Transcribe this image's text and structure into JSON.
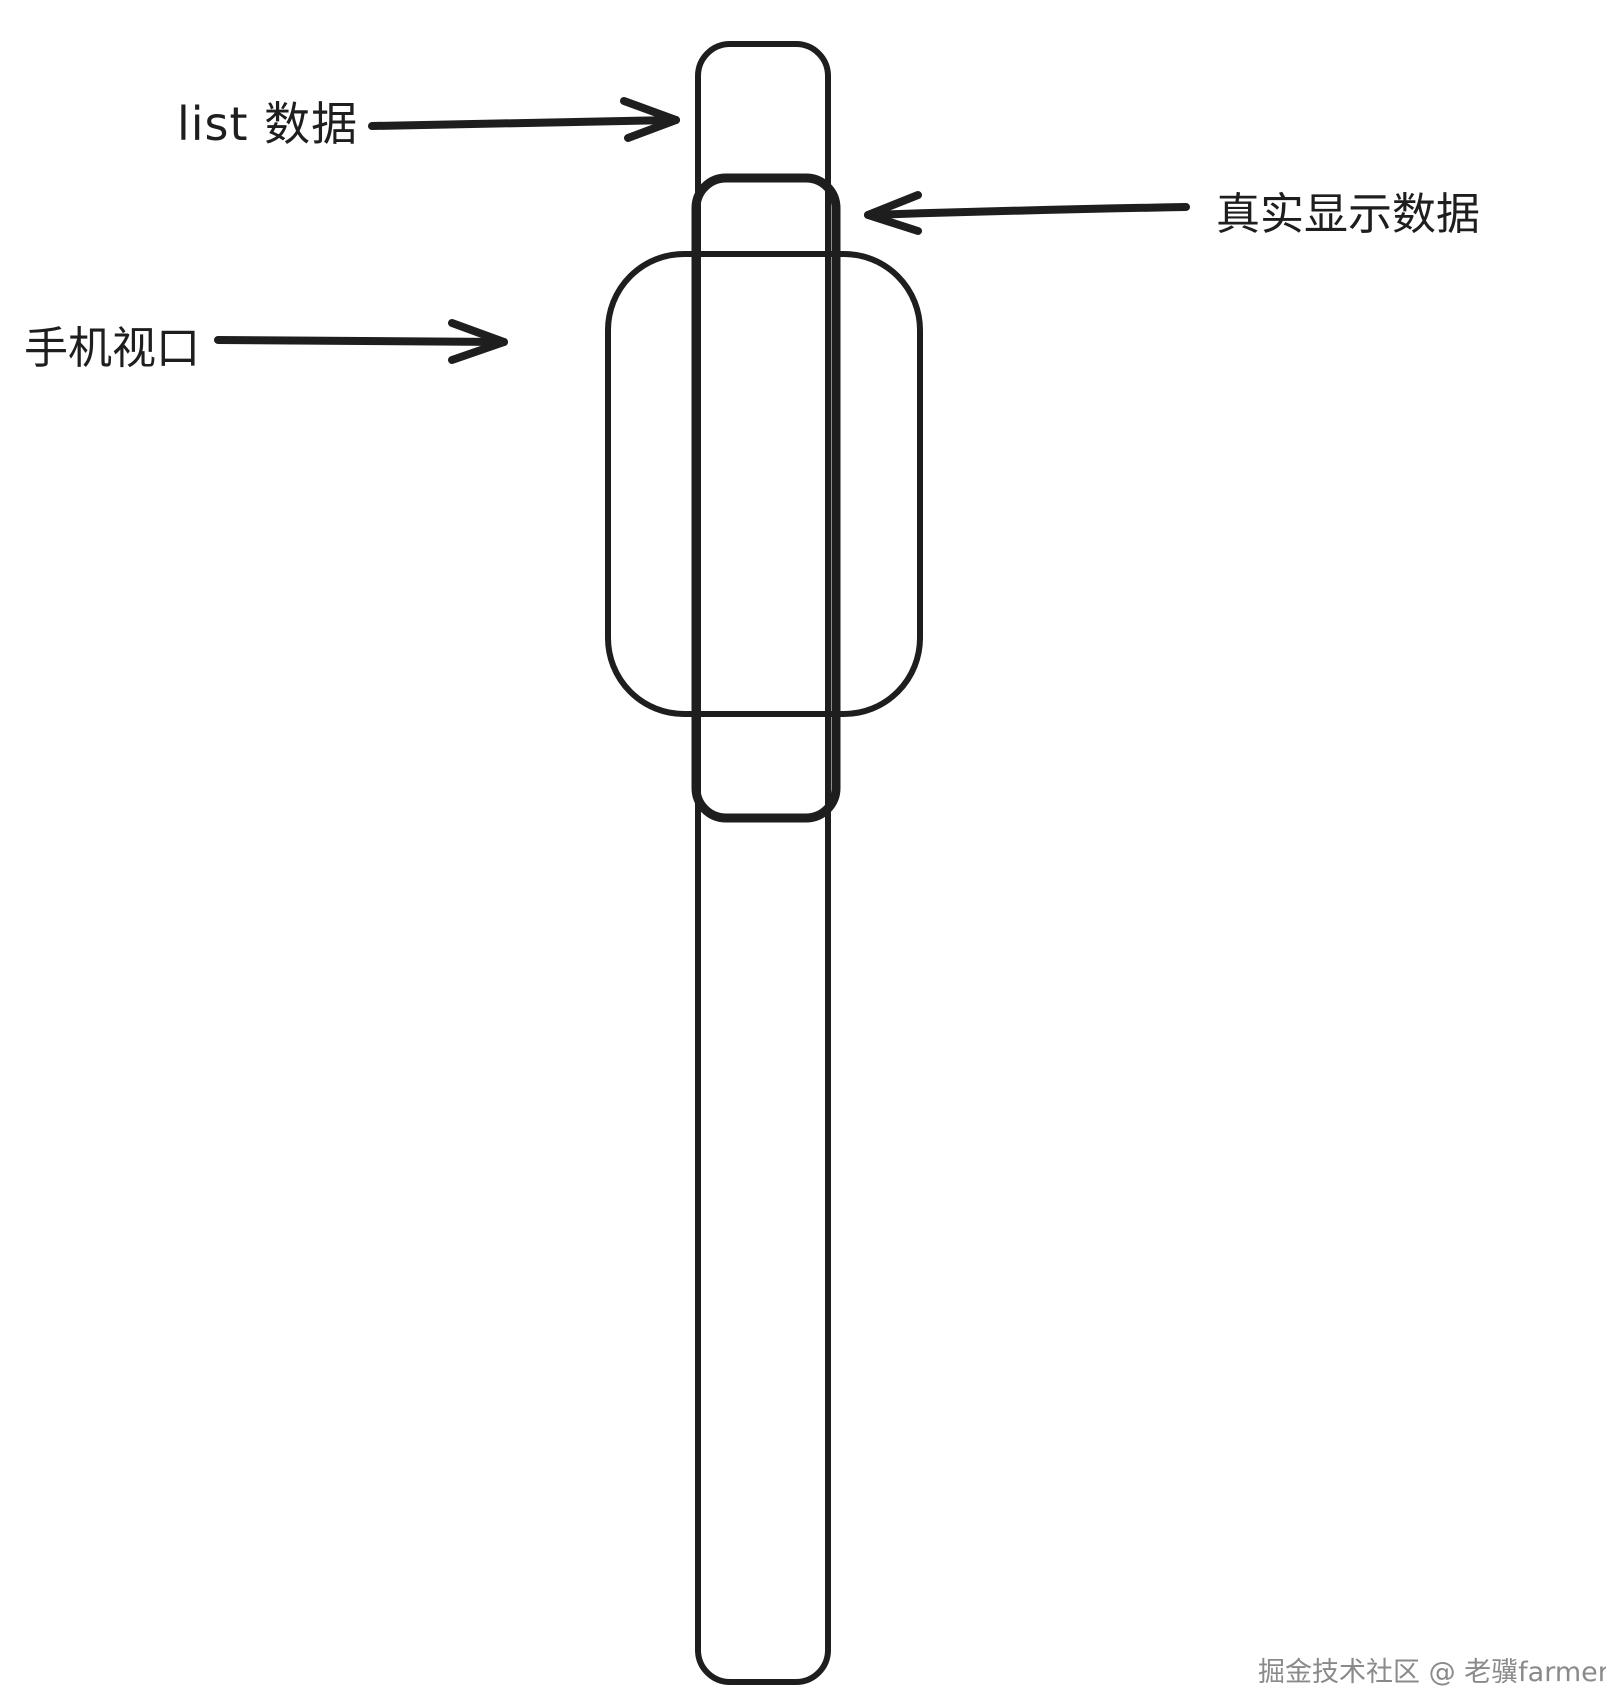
{
  "labels": {
    "list_data": "list 数据",
    "real_display": "真实显示数据",
    "viewport": "手机视口"
  },
  "watermark": "掘金技术社区 @ 老骥farmer",
  "colors": {
    "stroke": "#1e1e1e",
    "text": "#1e1e1e",
    "watermark": "#8a8a8a",
    "background": "#ffffff"
  }
}
